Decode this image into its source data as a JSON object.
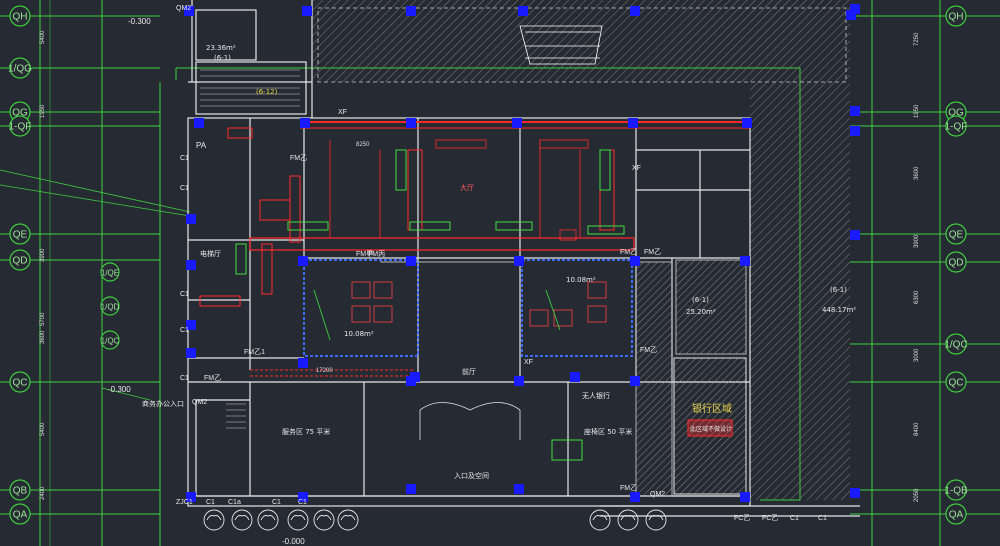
{
  "axes_left": [
    "QH",
    "1/QG",
    "QG",
    "1-QF",
    "QE",
    "QD",
    "QC",
    "QB",
    "QA"
  ],
  "axes_right": [
    "QH",
    "QG",
    "1-QF",
    "QE",
    "QD",
    "1/QC",
    "QC",
    "1-QB",
    "QA"
  ],
  "axes_inner": [
    "1/QE",
    "1/QD",
    "1/QC"
  ],
  "levels": {
    "top_left": "-0.300",
    "mid_left": "-0.300",
    "bottom": "-0.000"
  },
  "dims_right": [
    "7250",
    "1950",
    "3600",
    "3900",
    "6300",
    "3000",
    "8400",
    "2050"
  ],
  "dims_left": [
    "5400",
    "1950",
    "3900",
    "5700",
    "3600",
    "5400",
    "2400"
  ],
  "room_tags": {
    "stair_top_area": "23.36m²",
    "stair_top_tag": "(6-1)",
    "stair_mid_tag": "(6-12)",
    "pa": "PA",
    "hall": "大厅",
    "lobby": "前厅",
    "entrance": "入口及空间",
    "bank": "银行区域",
    "self_bank": "无人银行",
    "office_left_area": "10.08m²",
    "office_right_area": "10.08m²",
    "right_room_area": "25.20m²",
    "right_room_tag": "(6-1)",
    "corridor_area": "448.17m²",
    "corridor_tag": "(6-1)",
    "seats_left": "服务区 75 平米",
    "seats_right": "座椅区 50 平米",
    "biz_entrance": "商务办公入口",
    "elec": "电梯厅",
    "red_note": "此区域不做设计"
  },
  "equip_tags": [
    "FM乙",
    "FM甲",
    "FM丙",
    "FM乙1",
    "FM乙",
    "FM乙",
    "FM乙",
    "FM乙",
    "FM乙",
    "QM2",
    "QM2",
    "QM2",
    "ZJC1",
    "C1",
    "C1a",
    "C1",
    "C1",
    "FC乙",
    "FC乙",
    "C1",
    "C1",
    "XF",
    "XF",
    "XF",
    "C1",
    "C1",
    "C1",
    "C1",
    "C1"
  ],
  "dims_bottom": [
    "17200",
    "8250"
  ],
  "colors": {
    "bg": "#262b33",
    "grid": "#49d24a",
    "wall": "#e8e8e8",
    "duct": "#ff2a2a",
    "column": "#1a1aff",
    "hatch": "#8a8a8a",
    "yellow": "#e8d64c"
  }
}
